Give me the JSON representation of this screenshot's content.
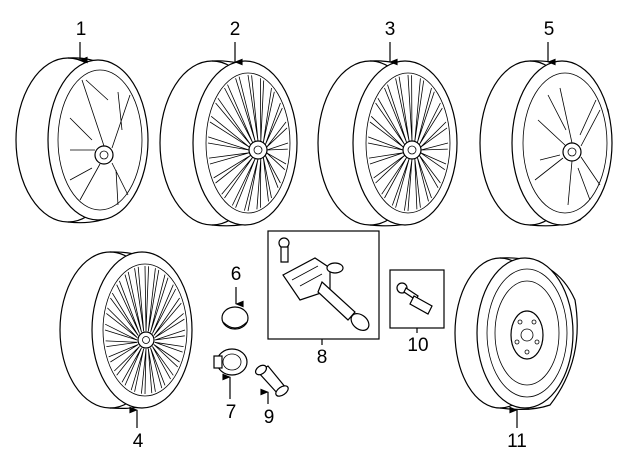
{
  "diagram": {
    "callouts": [
      {
        "id": "1",
        "label": "1"
      },
      {
        "id": "2",
        "label": "2"
      },
      {
        "id": "3",
        "label": "3"
      },
      {
        "id": "5",
        "label": "5"
      },
      {
        "id": "6",
        "label": "6"
      },
      {
        "id": "8",
        "label": "8"
      },
      {
        "id": "10",
        "label": "10"
      },
      {
        "id": "4",
        "label": "4"
      },
      {
        "id": "7",
        "label": "7"
      },
      {
        "id": "9",
        "label": "9"
      },
      {
        "id": "11",
        "label": "11"
      }
    ]
  }
}
